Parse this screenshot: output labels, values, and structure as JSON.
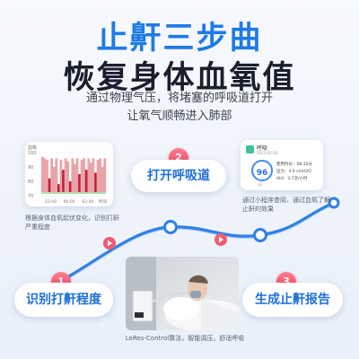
{
  "title": "止鼾三步曲",
  "headline": "恢复身体血氧值",
  "subtitle_line1": "通过物理气压，将堵塞的呼吸道打开",
  "subtitle_line2": "让氧气顺畅进入肺部",
  "step1": {
    "number": "1",
    "label": "识别打鼾程度"
  },
  "step2": {
    "number": "2",
    "label": "打开呼吸道"
  },
  "step3": {
    "number": "3",
    "label": "生成止鼾报告"
  },
  "chart_caption": "根据身体血氧起伏变化，识别打鼾严重程度",
  "phone_caption": "通过小程序查阅，通过血氧了解止鼾的效果",
  "photo_caption": "LeRes-Control算法，智能调压，舒适呼吸",
  "chart_data": {
    "type": "area",
    "title": "",
    "ylabel": "血氧",
    "xlabel": "时间",
    "yticks": [
      "100",
      "90",
      "80",
      "70"
    ],
    "xticks": [
      "22:00",
      "00:00",
      "02:00"
    ],
    "ylim": [
      70,
      100
    ],
    "series": [
      {
        "values": [
          97,
          96,
          95,
          82,
          96,
          90,
          96,
          78,
          95,
          88,
          96,
          94,
          80,
          96,
          92,
          96,
          85,
          95,
          96,
          88,
          96,
          93,
          96,
          86,
          95,
          96,
          90,
          96
        ]
      }
    ],
    "colors": {
      "area": "#e8a3a8",
      "dip": "#c0203a",
      "baseline": "#5cb85c"
    }
  },
  "report": {
    "header": "呼吸",
    "date": "2023-02-26",
    "score": "96",
    "score_unit": "分",
    "rows": [
      "使用时长：08:32分",
      "压力：4.0 cmH2O",
      "AHI：3.7次/小时"
    ]
  },
  "colors": {
    "accent": "#1e7be8",
    "pill_text": "#1e6fd9",
    "badge": "#f0455c",
    "curve": "#2f7fe6"
  }
}
